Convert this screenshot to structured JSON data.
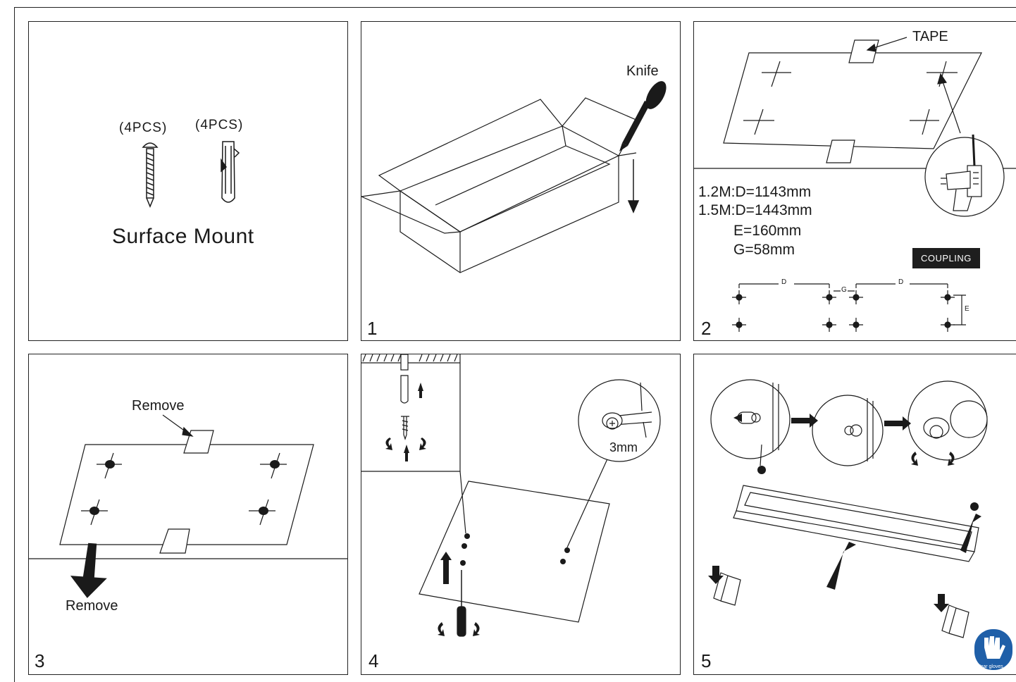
{
  "panels": {
    "p0": {
      "left_qty": "(4PCS)",
      "right_qty": "(4PCS)",
      "caption": "Surface Mount"
    },
    "p1": {
      "step": "1",
      "tool_label": "Knife"
    },
    "p2": {
      "step": "2",
      "tape_label": "TAPE",
      "specs": [
        "1.2M:D=1143mm",
        "1.5M:D=1443mm",
        "E=160mm",
        "G=58mm"
      ],
      "coupling_label": "COUPLING",
      "dim_d": "D",
      "dim_g": "G",
      "dim_e": "E"
    },
    "p3": {
      "step": "3",
      "remove_top": "Remove",
      "remove_bottom": "Remove"
    },
    "p4": {
      "step": "4",
      "gap_label": "3mm"
    },
    "p5": {
      "step": "5",
      "glove_label": "Wear gloves"
    }
  },
  "colors": {
    "line": "#1a1a1a",
    "glove_badge": "#1f5fa8"
  }
}
